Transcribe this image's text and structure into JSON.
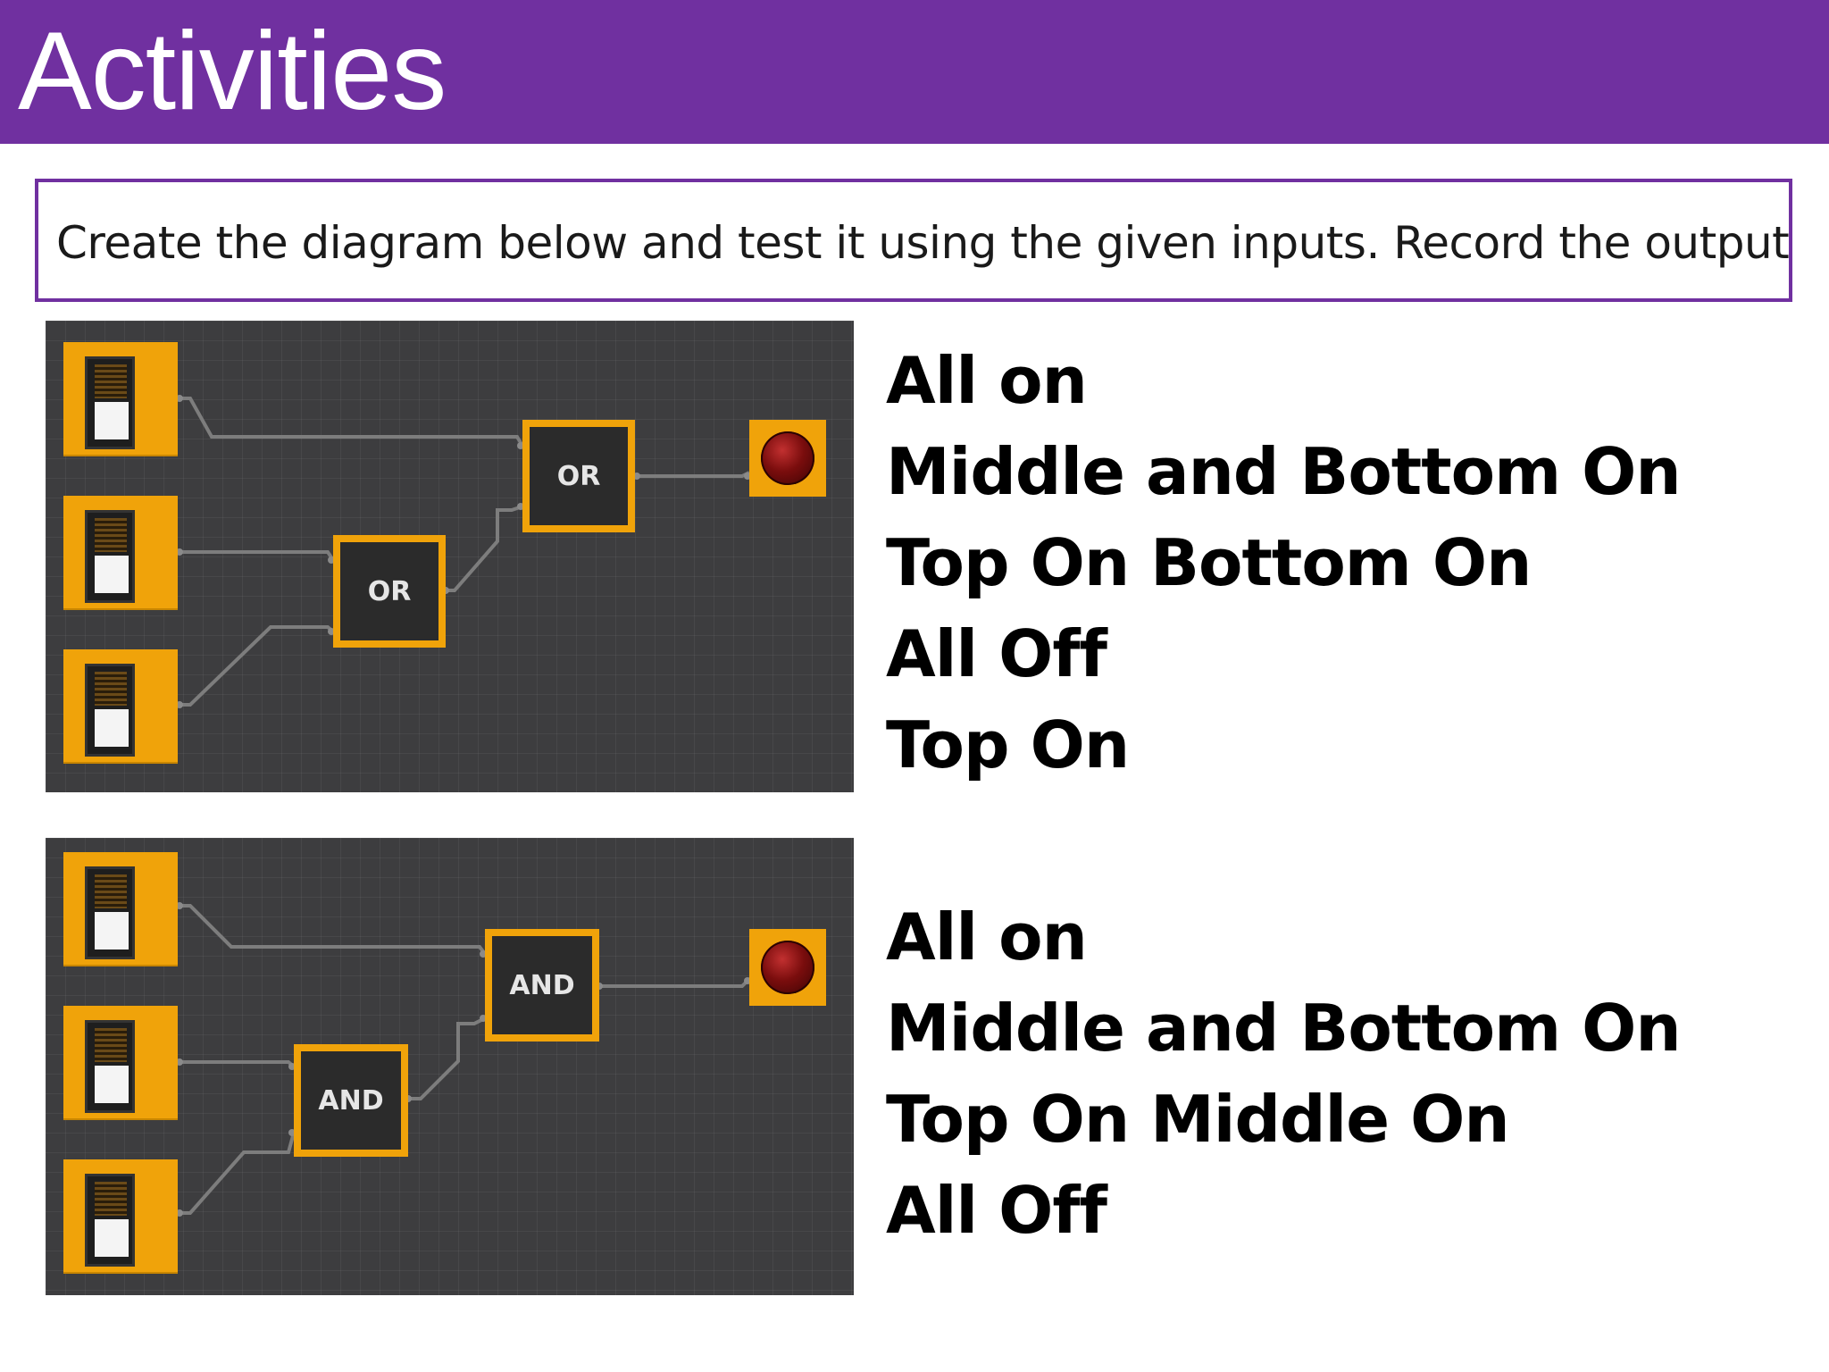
{
  "slide": {
    "title": "Activities",
    "instruction": "Create the diagram below and test it using the given inputs. Record the output"
  },
  "diagram_or": {
    "gate_1_label": "OR",
    "gate_2_label": "OR",
    "test_cases": [
      "All on",
      "Middle and Bottom On",
      "Top On Bottom On",
      "All Off",
      "Top On"
    ]
  },
  "diagram_and": {
    "gate_1_label": "AND",
    "gate_2_label": "AND",
    "test_cases": [
      "All on",
      "Middle and Bottom On",
      "Top On Middle On",
      "All Off"
    ]
  },
  "colors": {
    "title_bar": "#7030a0",
    "component": "#f0a30a",
    "panel": "#3d3d3f",
    "output_bulb": "#7a0d0d"
  }
}
